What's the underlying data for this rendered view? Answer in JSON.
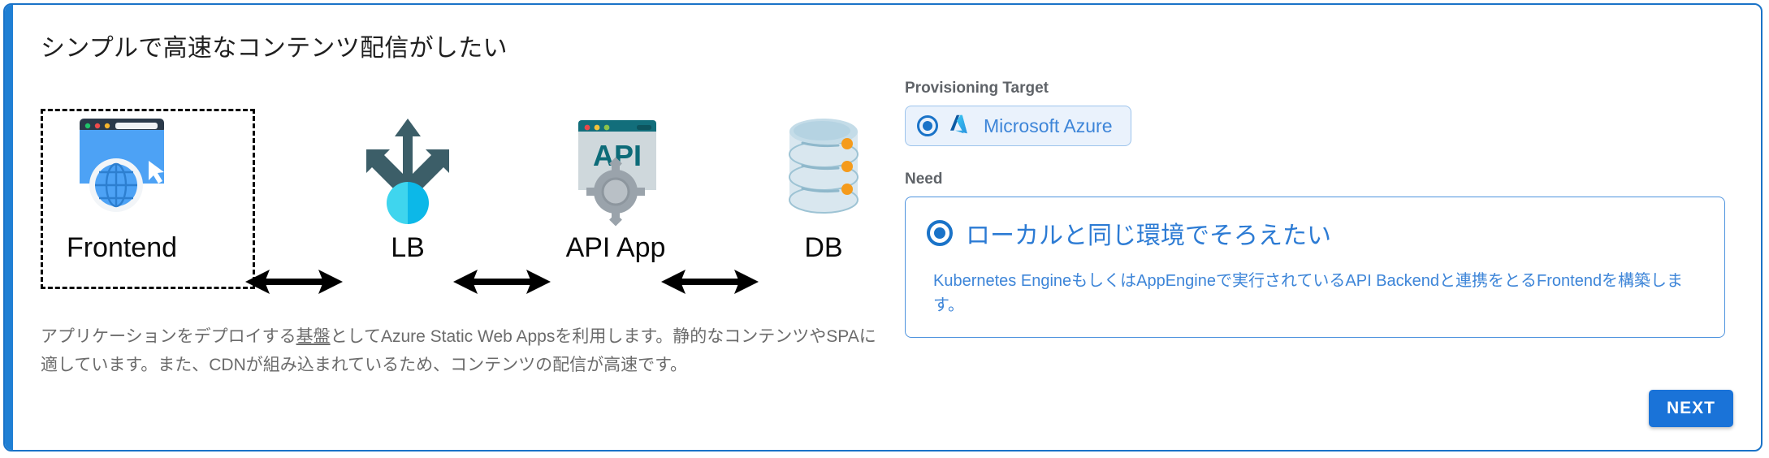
{
  "card": {
    "title": "シンプルで高速なコンテンツ配信がしたい",
    "accent_color": "#1f7fd4",
    "border_color": "#1a73c8"
  },
  "diagram": {
    "nodes": [
      {
        "id": "frontend",
        "label": "Frontend",
        "icon": "browser-globe-icon",
        "highlighted": true
      },
      {
        "id": "lb",
        "label": "LB",
        "icon": "load-balancer-icon",
        "highlighted": false
      },
      {
        "id": "api-app",
        "label": "API App",
        "icon": "api-window-gear-icon",
        "highlighted": false
      },
      {
        "id": "db",
        "label": "DB",
        "icon": "database-cylinder-icon",
        "highlighted": false
      }
    ],
    "connectors": [
      {
        "from": "frontend",
        "to": "lb",
        "style": "double-arrow"
      },
      {
        "from": "lb",
        "to": "api-app",
        "style": "double-arrow"
      },
      {
        "from": "api-app",
        "to": "db",
        "style": "double-arrow"
      }
    ],
    "api_window_text": "API"
  },
  "left_description": {
    "part1": "アプリケーションをデプロイする",
    "underlined": "基盤",
    "part2": "としてAzure Static Web Appsを利用します。静的なコンテンツやSPAに適しています。また、CDNが組み込まれているため、コンテンツの配信が高速です。"
  },
  "provisioning": {
    "label": "Provisioning Target",
    "selected_option": "Microsoft Azure",
    "icon": "azure-logo-icon",
    "selected": true
  },
  "need": {
    "label": "Need",
    "selected_option": "ローカルと同じ環境でそろえたい",
    "description": "Kubernetes EngineもしくはAppEngineで実行されているAPI Backendと連携をとるFrontendを構築します。",
    "selected": true
  },
  "footer": {
    "next_label": "NEXT",
    "next_color": "#1a73d8"
  }
}
